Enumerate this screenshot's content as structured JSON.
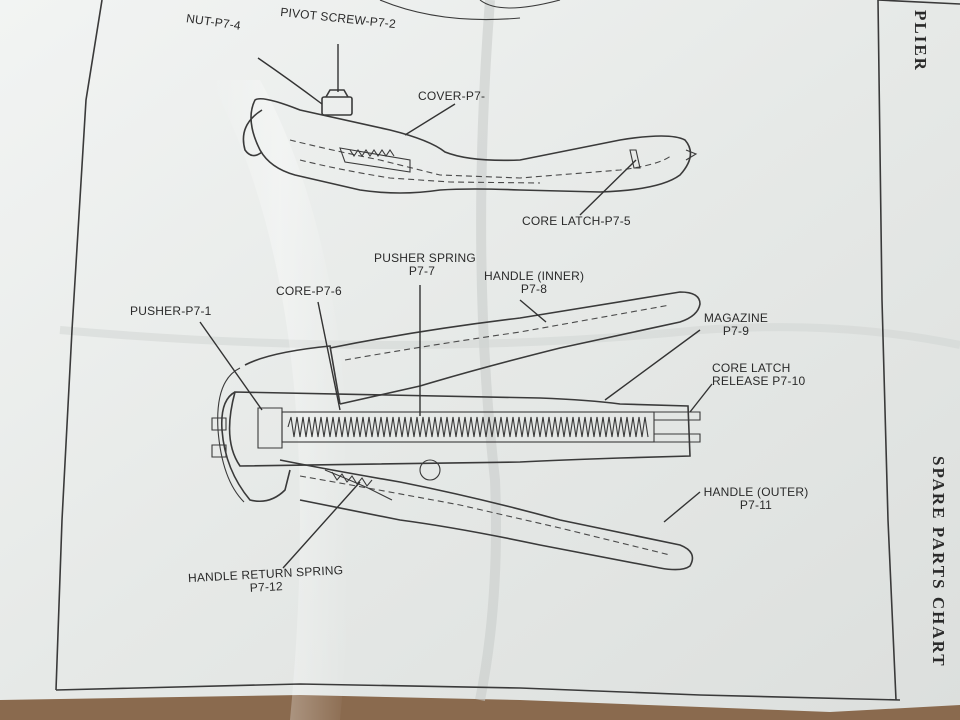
{
  "title_fragment": "PLIER",
  "side_title": "SPARE PARTS CHART",
  "labels": {
    "nut": "NUT-P7-4",
    "pivot_screw": "PIVOT SCREW-P7-2",
    "cover": "COVER-P7-",
    "core_latch_top": "CORE LATCH-P7-5",
    "pusher_spring_1": "PUSHER SPRING",
    "pusher_spring_2": "P7-7",
    "handle_inner_1": "HANDLE (INNER)",
    "handle_inner_2": "P7-8",
    "core": "CORE-P7-6",
    "pusher": "PUSHER-P7-1",
    "magazine_1": "MAGAZINE",
    "magazine_2": "P7-9",
    "core_latch_release_1": "CORE LATCH",
    "core_latch_release_2": "RELEASE P7-10",
    "handle_outer_1": "HANDLE (OUTER)",
    "handle_outer_2": "P7-11",
    "handle_return_spring_1": "HANDLE RETURN SPRING",
    "handle_return_spring_2": "P7-12"
  },
  "colors": {
    "paper": "#e9ecea",
    "ink": "#3a3a3a",
    "background": "#8a6a4e"
  }
}
